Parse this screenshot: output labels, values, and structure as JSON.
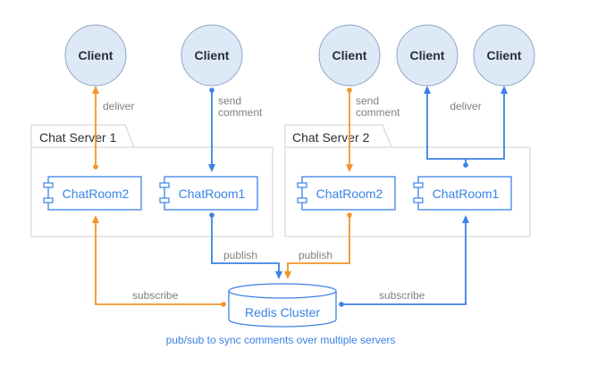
{
  "colors": {
    "blue": "#3b82e6",
    "orange": "#f0952a",
    "client_fill": "#dde9f7",
    "client_stroke": "#8fa6c4",
    "server_stroke": "#cfcfcf",
    "text_dark": "#2b2f36",
    "text_gray": "#808080",
    "text_blue": "#3b82e6"
  },
  "clients": [
    {
      "label": "Client"
    },
    {
      "label": "Client"
    },
    {
      "label": "Client"
    },
    {
      "label": "Client"
    },
    {
      "label": "Client"
    }
  ],
  "servers": [
    {
      "label": "Chat Server 1",
      "rooms": [
        {
          "label": "ChatRoom2"
        },
        {
          "label": "ChatRoom1"
        }
      ]
    },
    {
      "label": "Chat Server 2",
      "rooms": [
        {
          "label": "ChatRoom2"
        },
        {
          "label": "ChatRoom1"
        }
      ]
    }
  ],
  "redis": {
    "label": "Redis Cluster"
  },
  "edge_labels": {
    "deliver_left": "deliver",
    "send_comment_1_line1": "send",
    "send_comment_1_line2": "comment",
    "send_comment_2_line1": "send",
    "send_comment_2_line2": "comment",
    "deliver_right": "deliver",
    "publish_left": "publish",
    "publish_right": "publish",
    "subscribe_left": "subscribe",
    "subscribe_right": "subscribe"
  },
  "caption": "pub/sub to sync comments over multiple servers"
}
